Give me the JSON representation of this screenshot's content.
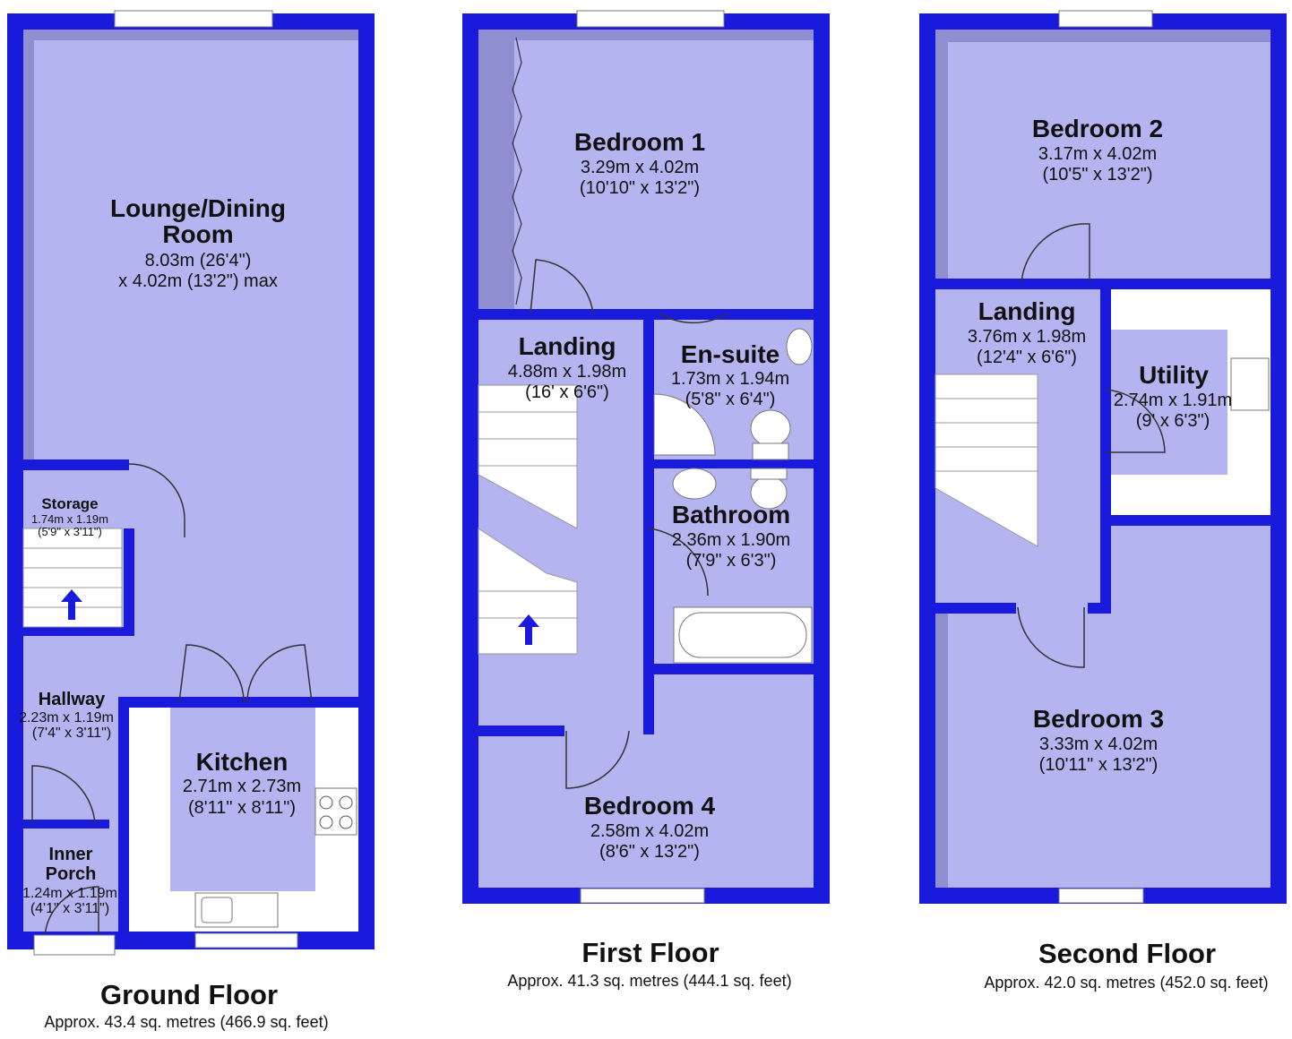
{
  "colors": {
    "wall": "#1a1adc",
    "floor": "#b4b4f0",
    "shadow": "#8e8ed0",
    "white": "#ffffff",
    "text": "#111111"
  },
  "ground_floor": {
    "title": "Ground Floor",
    "area": "Approx. 43.4 sq. metres (466.9 sq. feet)",
    "lounge": {
      "name1": "Lounge/Dining",
      "name2": "Room",
      "dim1": "8.03m (26'4\")",
      "dim2": "x 4.02m (13'2\") max"
    },
    "storage": {
      "name": "Storage",
      "dim1": "1.74m x 1.19m",
      "dim2": "(5'9\" x 3'11\")"
    },
    "hallway": {
      "name": "Hallway",
      "dim1": "2.23m x 1.19m",
      "dim2": "(7'4\" x 3'11\")"
    },
    "kitchen": {
      "name": "Kitchen",
      "dim1": "2.71m x 2.73m",
      "dim2": "(8'11\" x 8'11\")"
    },
    "porch": {
      "name1": "Inner",
      "name2": "Porch",
      "dim1": "1.24m x 1.19m",
      "dim2": "(4'1\" x 3'11\")"
    }
  },
  "first_floor": {
    "title": "First Floor",
    "area": "Approx. 41.3 sq. metres (444.1 sq. feet)",
    "bedroom1": {
      "name": "Bedroom 1",
      "dim1": "3.29m x 4.02m",
      "dim2": "(10'10\" x 13'2\")"
    },
    "landing": {
      "name": "Landing",
      "dim1": "4.88m x 1.98m",
      "dim2": "(16' x 6'6\")"
    },
    "ensuite": {
      "name": "En-suite",
      "dim1": "1.73m x 1.94m",
      "dim2": "(5'8\" x 6'4\")"
    },
    "bathroom": {
      "name": "Bathroom",
      "dim1": "2.36m x 1.90m",
      "dim2": "(7'9\" x 6'3\")"
    },
    "bedroom4": {
      "name": "Bedroom 4",
      "dim1": "2.58m x 4.02m",
      "dim2": "(8'6\" x 13'2\")"
    }
  },
  "second_floor": {
    "title": "Second Floor",
    "area": "Approx. 42.0 sq. metres (452.0 sq. feet)",
    "bedroom2": {
      "name": "Bedroom 2",
      "dim1": "3.17m x 4.02m",
      "dim2": "(10'5\" x 13'2\")"
    },
    "landing": {
      "name": "Landing",
      "dim1": "3.76m x 1.98m",
      "dim2": "(12'4\" x 6'6\")"
    },
    "utility": {
      "name": "Utility",
      "dim1": "2.74m x 1.91m",
      "dim2": "(9' x 6'3\")"
    },
    "bedroom3": {
      "name": "Bedroom 3",
      "dim1": "3.33m x 4.02m",
      "dim2": "(10'11\" x 13'2\")"
    }
  }
}
